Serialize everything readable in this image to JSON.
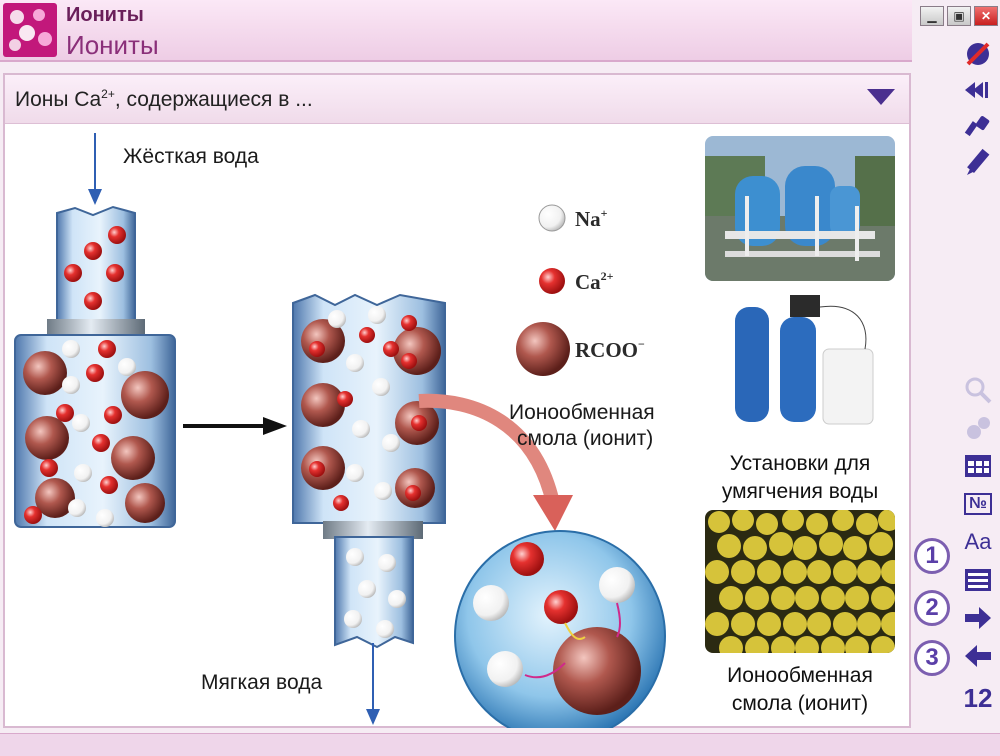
{
  "window": {
    "title_small": "Иониты",
    "title_large": "Иониты",
    "btn_minimize": "▁",
    "btn_maximize": "▣",
    "btn_close": "✕"
  },
  "dropdown": {
    "text_before": "Ионы Ca",
    "superscript": "2+",
    "text_after": ", содержащиеся в ..."
  },
  "diagram": {
    "hard_water": "Жёсткая вода",
    "soft_water": "Мягкая вода",
    "legend": [
      {
        "ion": "Na",
        "charge": "+"
      },
      {
        "ion": "Ca",
        "charge": "2+"
      },
      {
        "ion": "RCOO",
        "charge": "−"
      }
    ],
    "resin_line1": "Ионообменная",
    "resin_line2": "смола (ионит)"
  },
  "photos": {
    "caption1_line1": "Установки для",
    "caption1_line2": "умягчения воды",
    "caption2_line1": "Ионообменная",
    "caption2_line2": "смола (ионит)"
  },
  "steps": [
    "1",
    "2",
    "3"
  ],
  "toolbar": {
    "icons": [
      "no-sound-icon",
      "rewind-icon",
      "flashlight-icon",
      "pencil-icon",
      "zoom-icon",
      "gears-icon",
      "table-icon",
      "number-icon",
      "font-icon",
      "list-icon",
      "next-arrow-icon",
      "prev-arrow-icon"
    ],
    "font_label": "Aa",
    "number_label": "№",
    "page_number": "12"
  },
  "colors": {
    "accent": "#c2187b",
    "title": "#8a2f79",
    "toolbar": "#3d2f95"
  }
}
